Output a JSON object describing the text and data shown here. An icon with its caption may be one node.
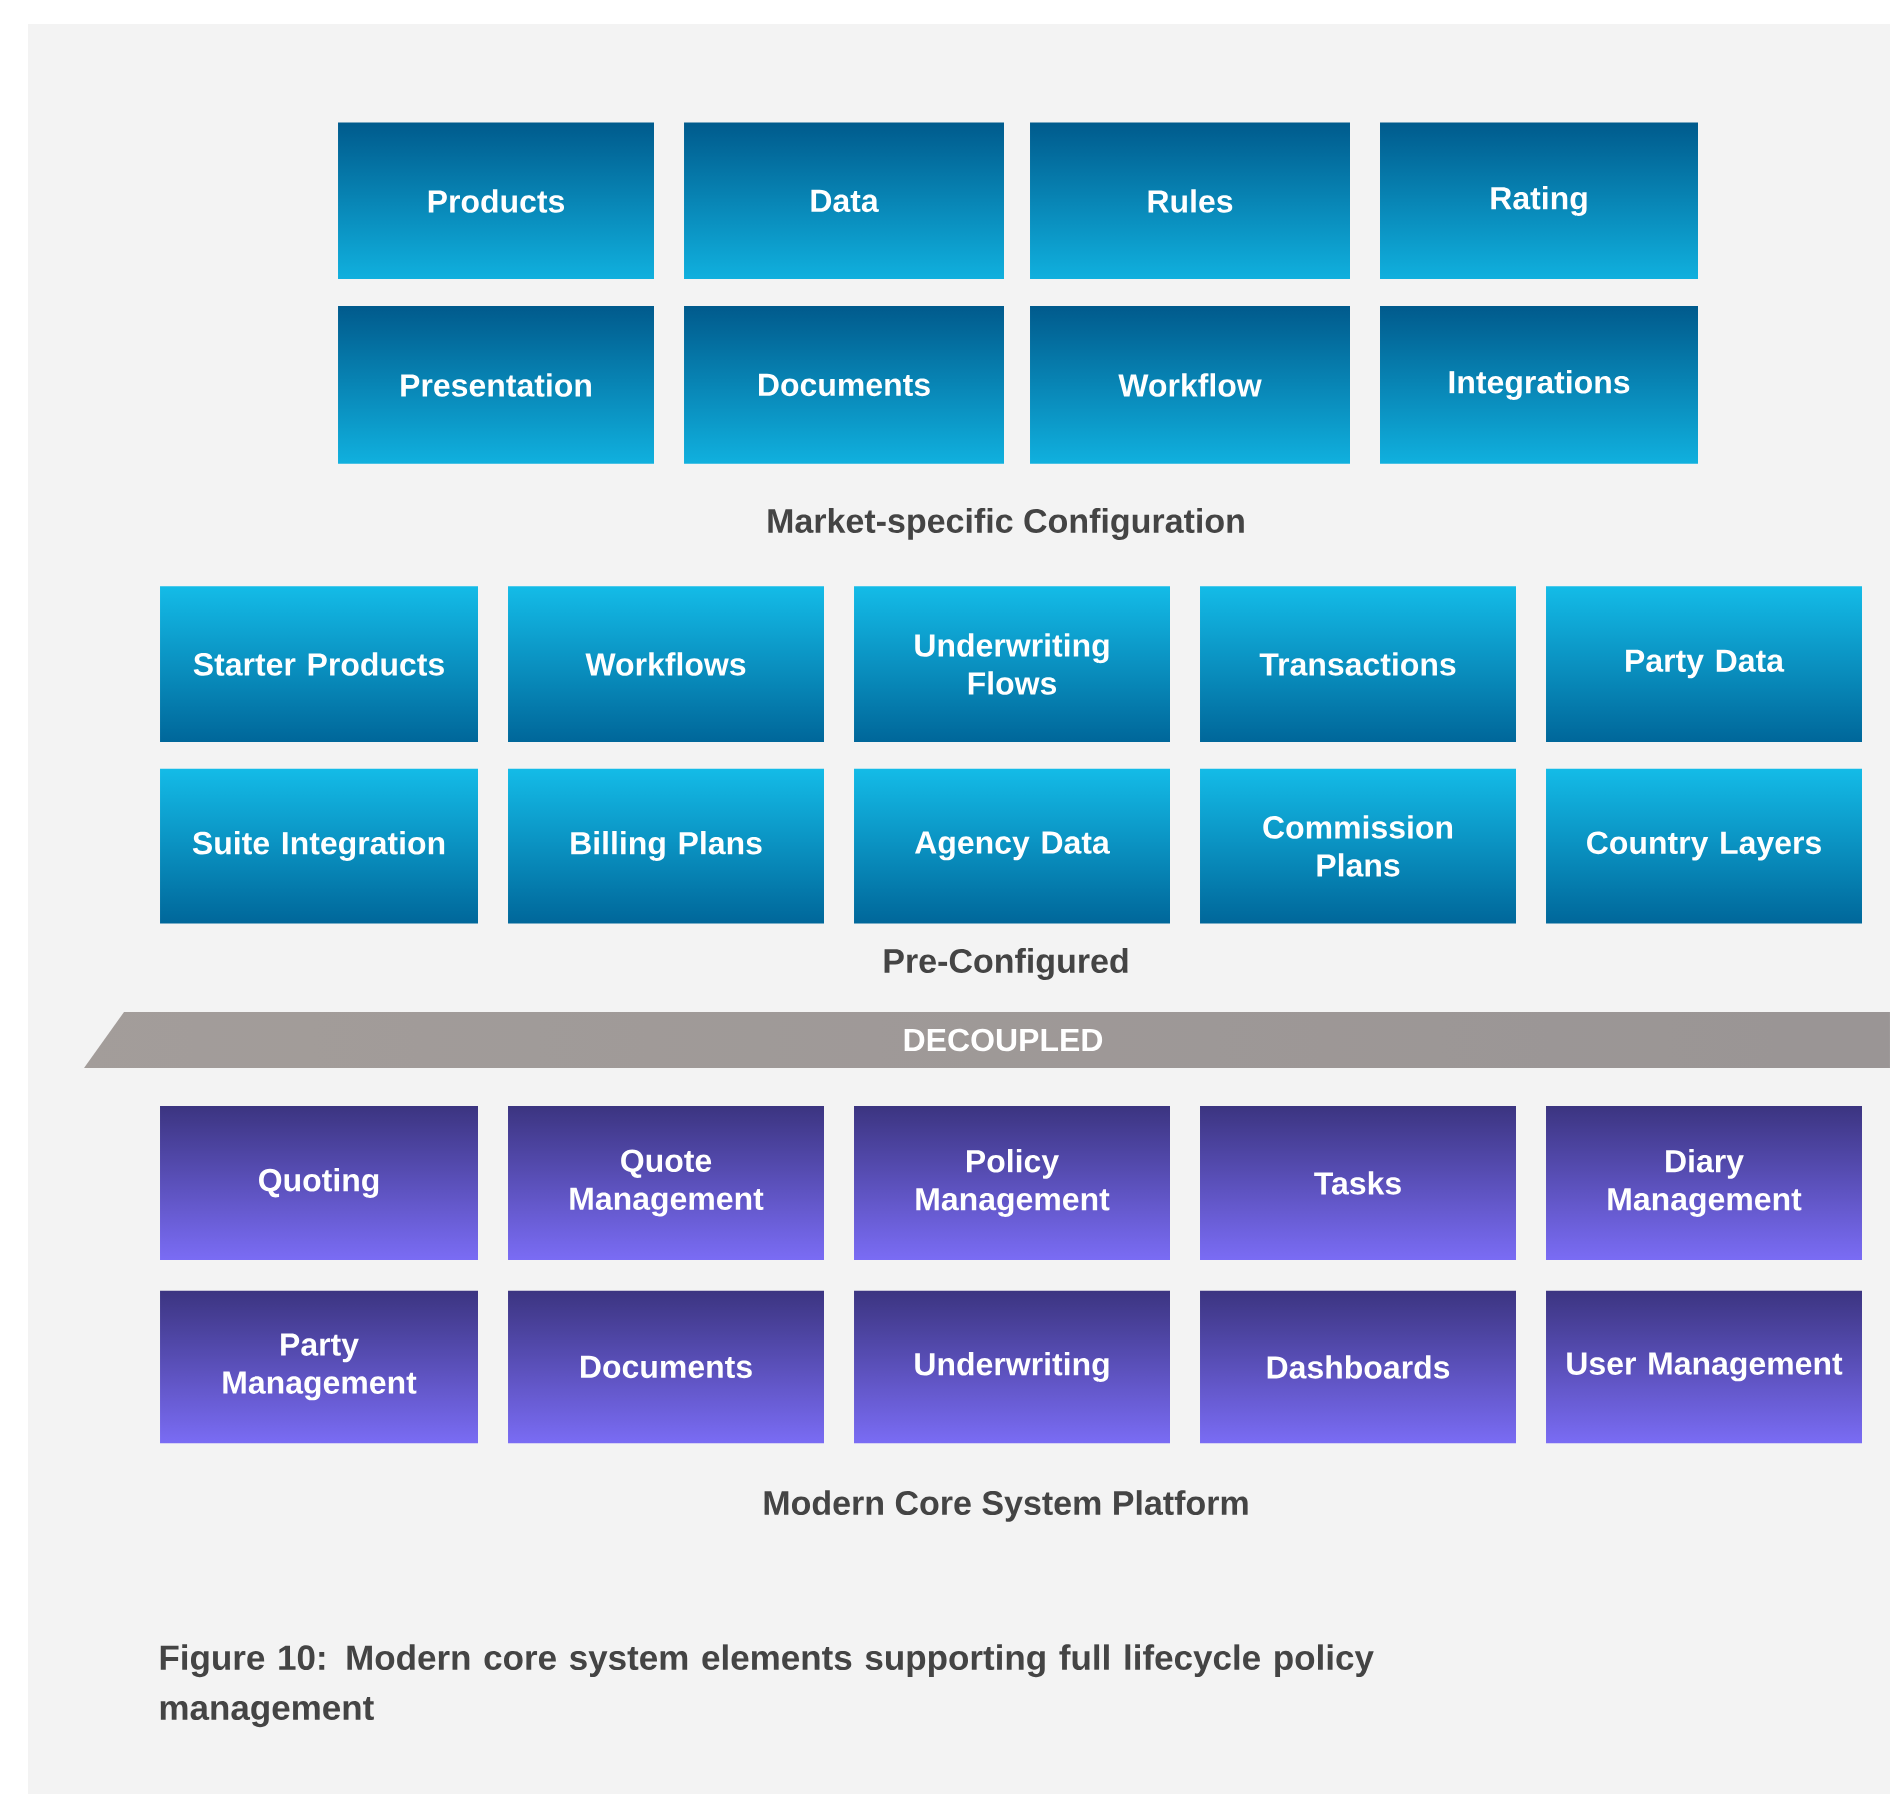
{
  "diagram": {
    "caption": "Figure 10: Modern core system elements supporting full lifecycle policy management",
    "nodes": [
      {
        "text": [
          "Products"
        ]
      },
      {
        "text": [
          "Data"
        ]
      },
      {
        "text": [
          "Rules"
        ]
      },
      {
        "text": [
          "Rating"
        ]
      },
      {
        "text": [
          "Presentation"
        ]
      },
      {
        "text": [
          "Documents"
        ]
      },
      {
        "text": [
          "Workflow"
        ]
      },
      {
        "text": [
          "Integrations"
        ]
      },
      {
        "text": [
          "Starter Products"
        ]
      },
      {
        "text": [
          "Workflows"
        ]
      },
      {
        "text": [
          "Underwriting Flows"
        ]
      },
      {
        "text": [
          "Transactions"
        ]
      },
      {
        "text": [
          "Party Data"
        ]
      },
      {
        "text": [
          "Suite Integration"
        ]
      },
      {
        "text": [
          "Billing Plans"
        ]
      },
      {
        "text": [
          "Agency Data"
        ]
      },
      {
        "text": [
          "Commission Plans"
        ]
      },
      {
        "text": [
          "Country Layers"
        ]
      },
      {
        "text": [
          "DECOUPLED"
        ]
      },
      {
        "text": [
          "Quoting"
        ]
      },
      {
        "text": [
          "Quote Management"
        ]
      },
      {
        "text": [
          "Policy Management"
        ]
      },
      {
        "text": [
          "Tasks"
        ]
      },
      {
        "text": [
          "Diary Management"
        ]
      },
      {
        "text": [
          "Party Management"
        ]
      },
      {
        "text": [
          "Documents"
        ]
      },
      {
        "text": [
          "Underwriting"
        ]
      },
      {
        "text": [
          "Dashboards"
        ]
      },
      {
        "text": [
          "User Management"
        ]
      }
    ],
    "labels": [
      "Market-specific Configuration",
      "Pre-Configured",
      "Modern Core System Platform"
    ]
  }
}
